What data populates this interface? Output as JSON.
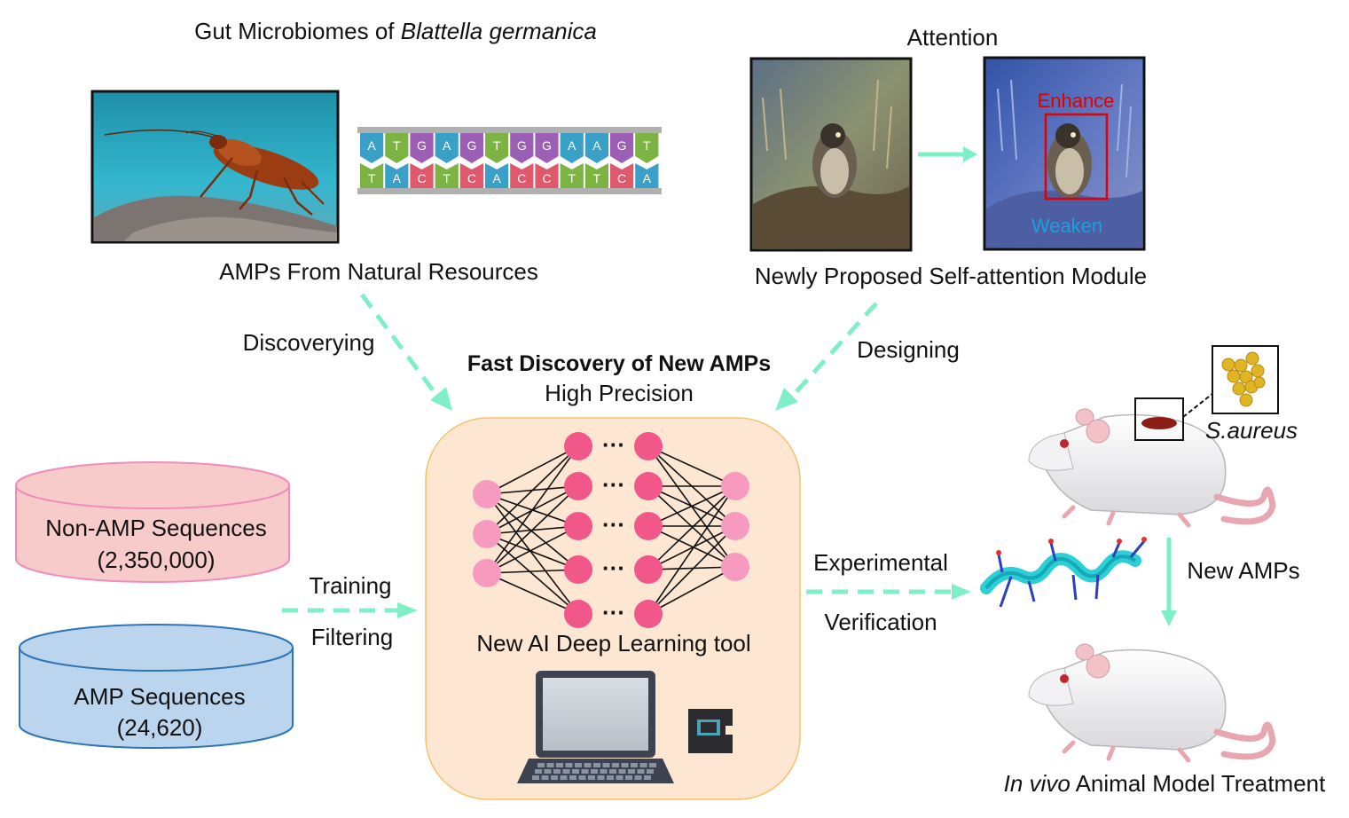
{
  "top_left": {
    "title_prefix": "Gut Microbiomes of ",
    "title_species": "Blattella germanica",
    "caption": "AMPs From Natural Resources",
    "dna_top": [
      "A",
      "T",
      "G",
      "A",
      "G",
      "T",
      "G",
      "G",
      "A",
      "A",
      "G",
      "T"
    ],
    "dna_bottom": [
      "T",
      "A",
      "C",
      "T",
      "C",
      "A",
      "C",
      "C",
      "T",
      "T",
      "C",
      "A"
    ],
    "arrow_label": "Discoverying"
  },
  "top_right": {
    "title": "Attention",
    "enhance_label": "Enhance",
    "weaken_label": "Weaken",
    "caption": "Newly Proposed Self-attention Module",
    "arrow_label": "Designing"
  },
  "center": {
    "title": "Fast Discovery of New AMPs",
    "subtitle": "High Precision",
    "tool_label": "New AI Deep Learning tool",
    "ellipsis": "···"
  },
  "databases": {
    "non_amp_name": "Non-AMP Sequences",
    "non_amp_count": "(2,350,000)",
    "amp_name": "AMP Sequences",
    "amp_count": "(24,620)",
    "arrow_label_top": "Training",
    "arrow_label_bottom": "Filtering"
  },
  "right": {
    "arrow_label_top": "Experimental",
    "arrow_label_bottom": "Verification",
    "bacteria_label": "S.aureus",
    "down_arrow_label": "New AMPs",
    "caption_italic": "In vivo",
    "caption_rest": " Animal Model Treatment"
  },
  "colors": {
    "arrow": "#7ff0c6",
    "node_dark": "#f2578a",
    "node_light": "#f79ac0",
    "panel_fill": "#fde6d2",
    "panel_border": "#f3c26a",
    "non_amp_fill": "#f8cbcb",
    "non_amp_border": "#f08cbc",
    "amp_fill": "#bcd5ee",
    "amp_border": "#2e75b6",
    "enhance": "#e00000",
    "weaken": "#1aa0e0"
  }
}
